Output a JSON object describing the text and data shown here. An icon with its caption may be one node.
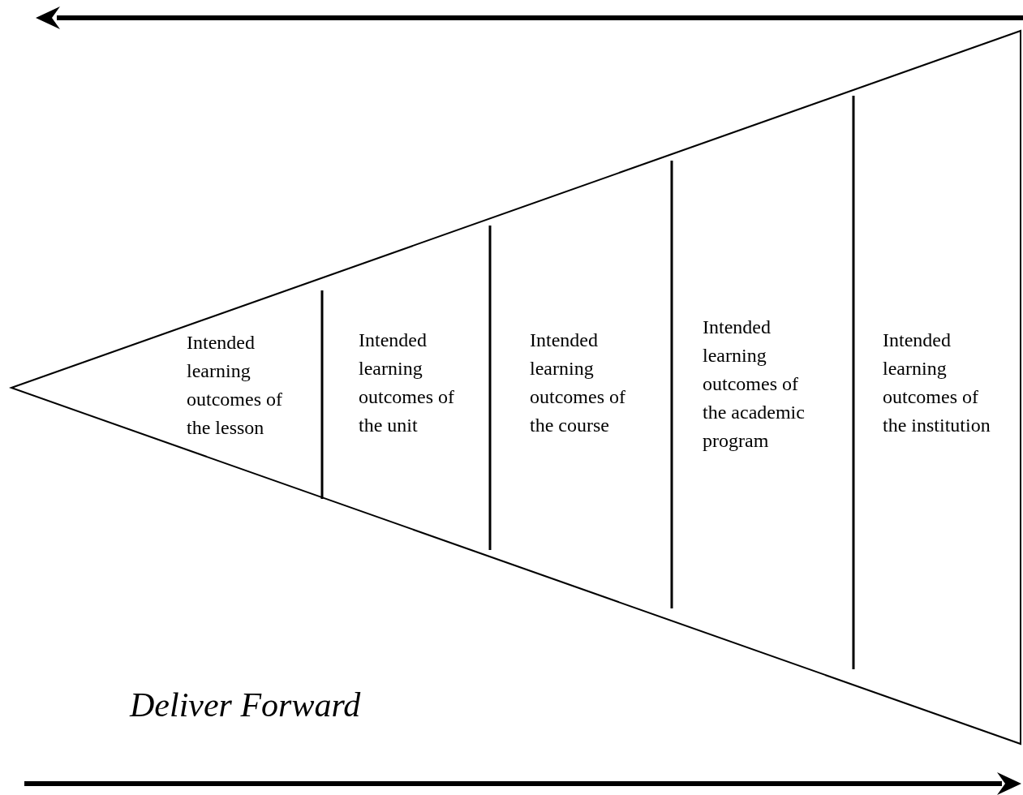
{
  "diagram": {
    "nodes": [
      {
        "text": [
          "Intended learning outcomes of the lesson"
        ]
      },
      {
        "text": [
          "Intended learning outcomes of the unit"
        ]
      },
      {
        "text": [
          "Intended learning outcomes of the course"
        ]
      },
      {
        "text": [
          "Intended learning outcomes of the academic program"
        ]
      },
      {
        "text": [
          "Intended learning outcomes of the institution"
        ]
      }
    ],
    "labels": [
      "Deliver Forward"
    ]
  }
}
